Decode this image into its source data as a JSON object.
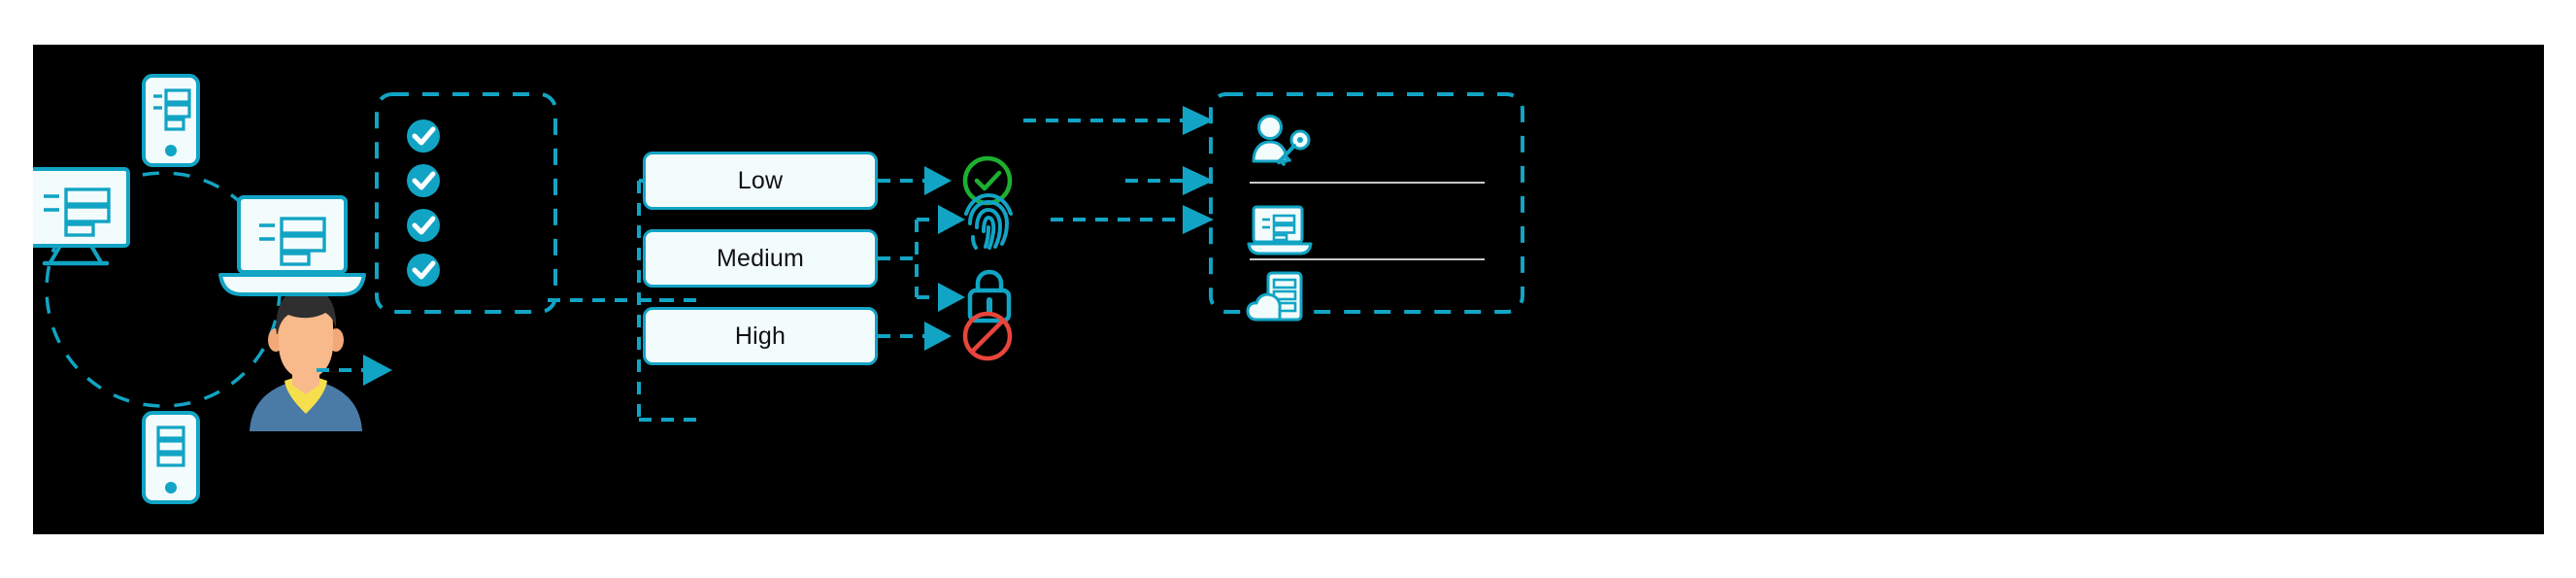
{
  "diagram": {
    "title": "Adaptive access risk evaluation flow",
    "background": "#000000",
    "page_background": "#ffffff",
    "accent_teal": "#12a4c4",
    "accent_teal_dark": "#0b93b5",
    "icon_fill": "#f2fcfc",
    "status_green": "#1db030",
    "status_red": "#e8453c",
    "divider_gray": "#c9c9c9",
    "check_circle_fill": "#12a4c4"
  },
  "stage_one": {
    "name": "user-and-devices-cluster",
    "orbit_label": "dashed-orbit-circle",
    "devices": [
      {
        "id": "phone-top",
        "icon": "mobile-phone-icon"
      },
      {
        "id": "monitor-left",
        "icon": "desktop-monitor-icon"
      },
      {
        "id": "laptop-right",
        "icon": "laptop-icon"
      },
      {
        "id": "phone-bottom",
        "icon": "mobile-phone-icon"
      }
    ],
    "avatar": {
      "icon": "user-avatar-icon",
      "hair_color": "#2f2f2f",
      "skin_color": "#f8b98b",
      "collar_color": "#f5df4d",
      "shirt_color": "#4a7ba7"
    }
  },
  "stage_two": {
    "name": "policy-checklist-panel",
    "border_style": "dashed",
    "checks": [
      {
        "id": "check-1",
        "icon": "check-circle-icon"
      },
      {
        "id": "check-2",
        "icon": "check-circle-icon"
      },
      {
        "id": "check-3",
        "icon": "check-circle-icon"
      },
      {
        "id": "check-4",
        "icon": "check-circle-icon"
      }
    ]
  },
  "stage_three": {
    "name": "risk-level-branch",
    "levels": [
      {
        "id": "risk-low",
        "label": "Low",
        "outcomes": [
          {
            "id": "outcome-allow",
            "icon": "check-circle-outline-icon",
            "color": "#1db030"
          }
        ]
      },
      {
        "id": "risk-medium",
        "label": "Medium",
        "outcomes": [
          {
            "id": "outcome-biometric",
            "icon": "fingerprint-icon",
            "color": "#12a4c4"
          },
          {
            "id": "outcome-mfa-lock",
            "icon": "padlock-icon",
            "color": "#12a4c4"
          }
        ]
      },
      {
        "id": "risk-high",
        "label": "High",
        "outcomes": [
          {
            "id": "outcome-block",
            "icon": "prohibited-circle-icon",
            "color": "#e8453c"
          }
        ]
      }
    ]
  },
  "stage_four": {
    "name": "protected-resources-panel",
    "border_style": "dashed",
    "rows": [
      {
        "id": "resource-identity",
        "icon": "user-with-key-icon"
      },
      {
        "id": "resource-endpoint",
        "icon": "laptop-icon"
      },
      {
        "id": "resource-cloud-server",
        "icon": "cloud-server-icon"
      }
    ]
  },
  "connectors": [
    {
      "id": "connector-devices-to-policy",
      "style": "dashed-arrow"
    },
    {
      "id": "connector-policy-to-risk",
      "style": "dashed-branch"
    },
    {
      "id": "connector-low-to-allow",
      "style": "dashed-arrow"
    },
    {
      "id": "connector-medium-to-biometric",
      "style": "dashed-arrow"
    },
    {
      "id": "connector-medium-to-lock",
      "style": "dashed-arrow"
    },
    {
      "id": "connector-high-to-block",
      "style": "dashed-arrow"
    },
    {
      "id": "connector-outcome-to-resource-1",
      "style": "dashed-arrow"
    },
    {
      "id": "connector-outcome-to-resource-2",
      "style": "dashed-arrow"
    },
    {
      "id": "connector-outcome-to-resource-3",
      "style": "dashed-arrow"
    }
  ]
}
